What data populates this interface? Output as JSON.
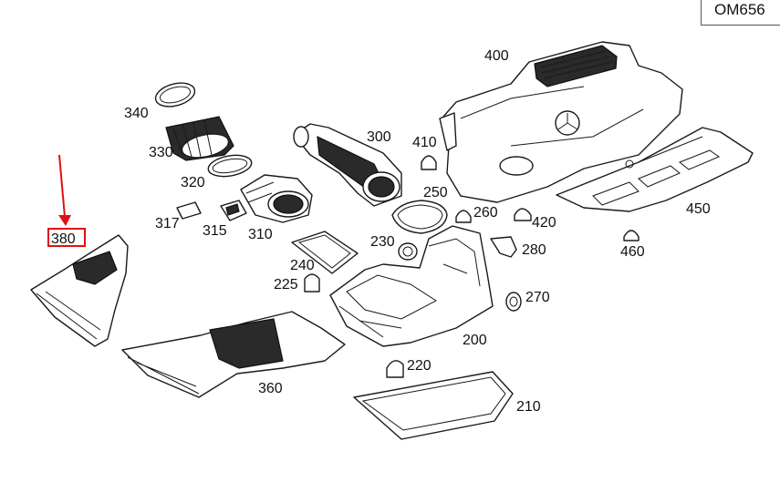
{
  "engine_code": "OM656",
  "highlighted_part": "380",
  "highlight_color": "#e01010",
  "parts": [
    {
      "id": "p400",
      "label": "400"
    },
    {
      "id": "p340",
      "label": "340"
    },
    {
      "id": "p330",
      "label": "330"
    },
    {
      "id": "p300",
      "label": "300"
    },
    {
      "id": "p410",
      "label": "410"
    },
    {
      "id": "p320",
      "label": "320"
    },
    {
      "id": "p450",
      "label": "450"
    },
    {
      "id": "p250",
      "label": "250"
    },
    {
      "id": "p260",
      "label": "260"
    },
    {
      "id": "p420",
      "label": "420"
    },
    {
      "id": "p317",
      "label": "317"
    },
    {
      "id": "p315",
      "label": "315"
    },
    {
      "id": "p310",
      "label": "310"
    },
    {
      "id": "p380",
      "label": "380"
    },
    {
      "id": "p230",
      "label": "230"
    },
    {
      "id": "p280",
      "label": "280"
    },
    {
      "id": "p460",
      "label": "460"
    },
    {
      "id": "p240",
      "label": "240"
    },
    {
      "id": "p225",
      "label": "225"
    },
    {
      "id": "p270",
      "label": "270"
    },
    {
      "id": "p200",
      "label": "200"
    },
    {
      "id": "p220",
      "label": "220"
    },
    {
      "id": "p360",
      "label": "360"
    },
    {
      "id": "p210",
      "label": "210"
    }
  ]
}
